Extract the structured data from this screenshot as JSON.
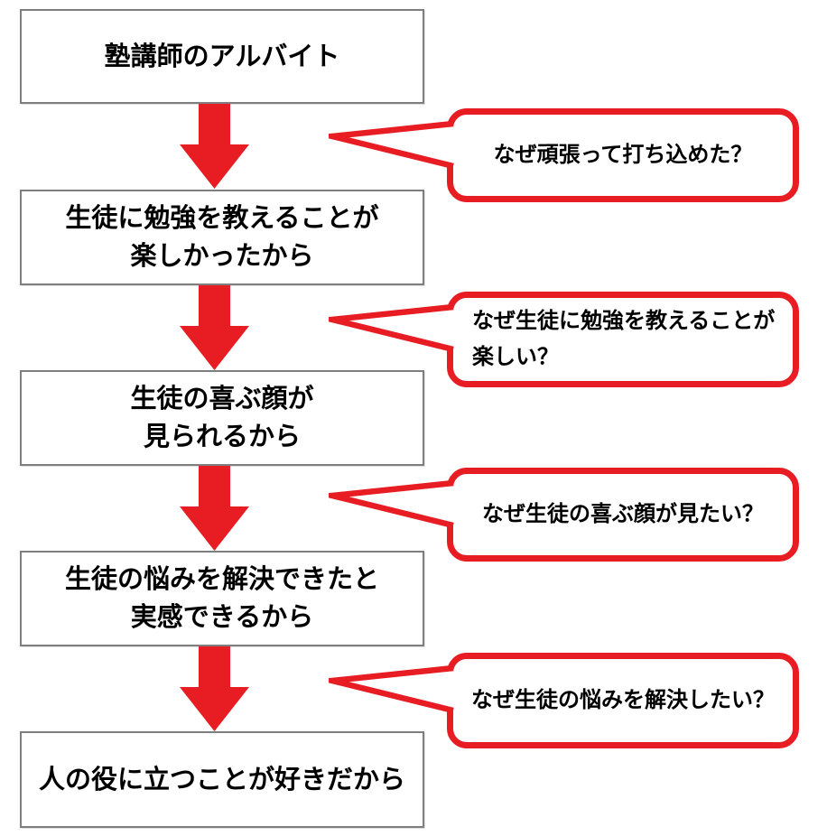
{
  "colors": {
    "red": "#E81C23",
    "border": "#7F7F7F",
    "text": "#000000",
    "bg": "#FFFFFF"
  },
  "diagram": {
    "boxes": [
      {
        "lines": [
          "塾講師のアルバイト",
          ""
        ]
      },
      {
        "lines": [
          "生徒に勉強を教えることが",
          "楽しかったから"
        ]
      },
      {
        "lines": [
          "生徒の喜ぶ顔が",
          "見られるから"
        ]
      },
      {
        "lines": [
          "生徒の悩みを解決できたと",
          "実感できるから"
        ]
      },
      {
        "lines": [
          "人の役に立つことが好きだから",
          ""
        ]
      }
    ],
    "bubbles": [
      {
        "lines": [
          "なぜ頑張って打ち込めた？",
          ""
        ]
      },
      {
        "lines": [
          "なぜ生徒に勉強を教えることが",
          "楽しい？"
        ]
      },
      {
        "lines": [
          "なぜ生徒の喜ぶ顔が見たい？",
          ""
        ]
      },
      {
        "lines": [
          "なぜ生徒の悩みを解決したい？",
          ""
        ]
      }
    ]
  }
}
